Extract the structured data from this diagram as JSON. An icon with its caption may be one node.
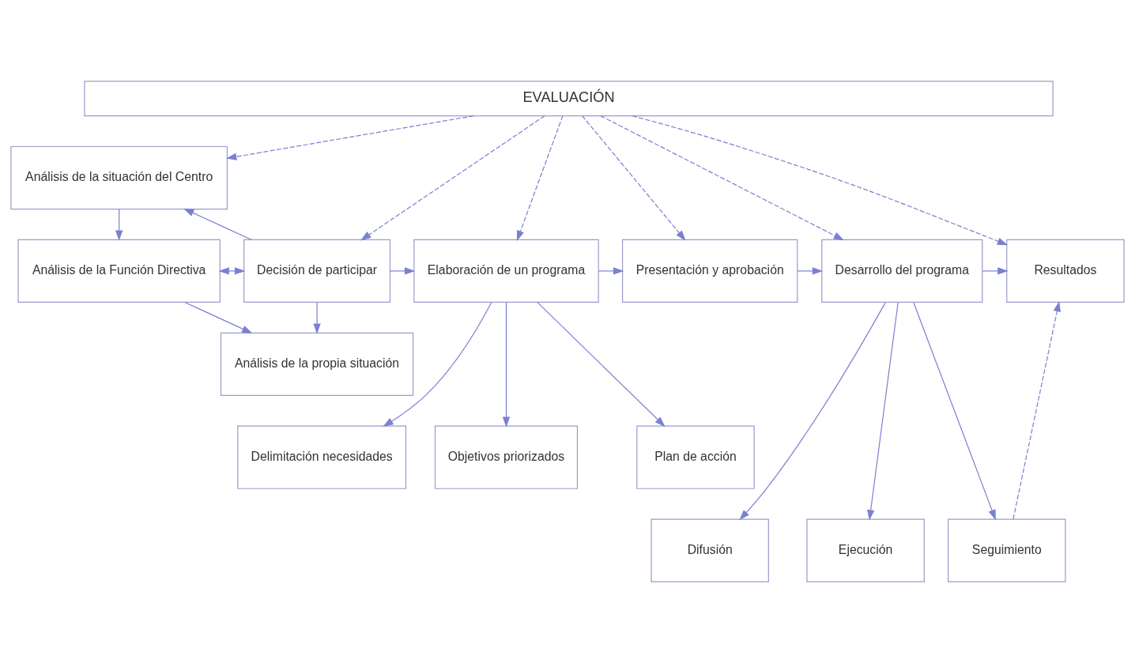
{
  "diagram": {
    "nodes": [
      {
        "text": [
          "EVALUACIÓN"
        ]
      },
      {
        "text": [
          "Análisis de la situación del Centro"
        ]
      },
      {
        "text": [
          "Análisis de la Función Directiva"
        ]
      },
      {
        "text": [
          "Análisis de la propia situación"
        ]
      },
      {
        "text": [
          "Decisión de participar"
        ]
      },
      {
        "text": [
          "Elaboración de un programa"
        ]
      },
      {
        "text": [
          "Presentación y aprobación"
        ]
      },
      {
        "text": [
          "Desarrollo del programa"
        ]
      },
      {
        "text": [
          "Resultados"
        ]
      },
      {
        "text": [
          "Delimitación necesidades"
        ]
      },
      {
        "text": [
          "Objetivos priorizados"
        ]
      },
      {
        "text": [
          "Plan de acción"
        ]
      },
      {
        "text": [
          "Difusión"
        ]
      },
      {
        "text": [
          "Ejecución"
        ]
      },
      {
        "text": [
          "Seguimiento"
        ]
      }
    ],
    "edges": [
      {
        "from": 0,
        "to": 1,
        "arrow": "to",
        "style": "dashed"
      },
      {
        "from": 0,
        "to": 4,
        "arrow": "to",
        "style": "dashed"
      },
      {
        "from": 0,
        "to": 5,
        "arrow": "to",
        "style": "dashed"
      },
      {
        "from": 0,
        "to": 6,
        "arrow": "to",
        "style": "dashed"
      },
      {
        "from": 0,
        "to": 7,
        "arrow": "to",
        "style": "dashed"
      },
      {
        "from": 0,
        "to": 8,
        "arrow": "to",
        "style": "dashed"
      },
      {
        "from": 1,
        "to": 2,
        "arrow": "to"
      },
      {
        "from": 2,
        "to": 3,
        "arrow": "to"
      },
      {
        "from": 2,
        "to": 4,
        "arrow": "both"
      },
      {
        "from": 4,
        "to": 1,
        "arrow": "to"
      },
      {
        "from": 4,
        "to": 3,
        "arrow": "to"
      },
      {
        "from": 4,
        "to": 5,
        "arrow": "to"
      },
      {
        "from": 5,
        "to": 6,
        "arrow": "to"
      },
      {
        "from": 6,
        "to": 7,
        "arrow": "to"
      },
      {
        "from": 7,
        "to": 8,
        "arrow": "to"
      },
      {
        "from": 5,
        "to": 9,
        "arrow": "to"
      },
      {
        "from": 5,
        "to": 10,
        "arrow": "to"
      },
      {
        "from": 5,
        "to": 11,
        "arrow": "to"
      },
      {
        "from": 7,
        "to": 12,
        "arrow": "to"
      },
      {
        "from": 7,
        "to": 13,
        "arrow": "to"
      },
      {
        "from": 7,
        "to": 14,
        "arrow": "to"
      },
      {
        "from": 14,
        "to": 8,
        "arrow": "to",
        "style": "dashed"
      }
    ]
  }
}
